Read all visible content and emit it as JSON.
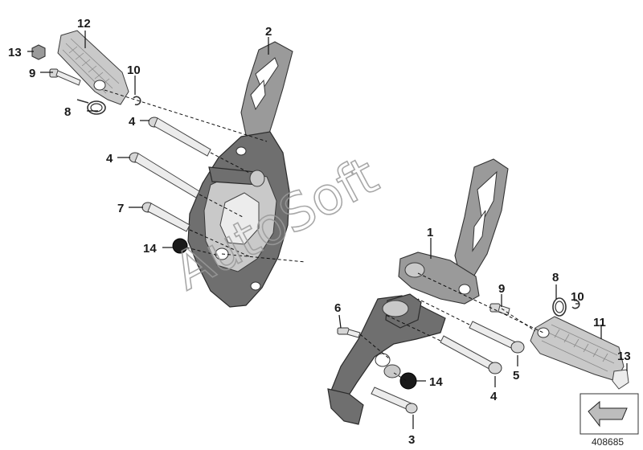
{
  "diagram": {
    "callouts": {
      "c1": "1",
      "c2": "2",
      "c3": "3",
      "c4a": "4",
      "c4b": "4",
      "c4c": "4",
      "c5": "5",
      "c6": "6",
      "c7": "7",
      "c8a": "8",
      "c8b": "8",
      "c9a": "9",
      "c9b": "9",
      "c10a": "10",
      "c10b": "10",
      "c11": "11",
      "c12": "12",
      "c13a": "13",
      "c13b": "13",
      "c14a": "14",
      "c14b": "14"
    },
    "watermark": "AutoSoft",
    "reference_number": "408685"
  }
}
